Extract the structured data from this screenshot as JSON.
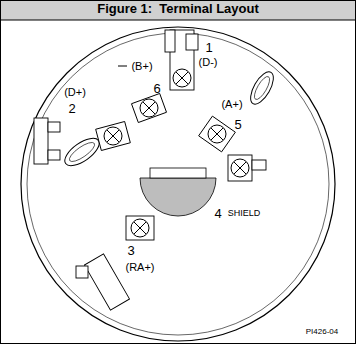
{
  "diagram": {
    "title": "Figure 1:  Terminal Layout",
    "labels": [
      "1",
      "(D-)",
      "(B+)",
      "6",
      "(A+)",
      "5",
      "(D+)",
      "2",
      "4",
      "SHIELD",
      "3",
      "(RA+)",
      "PI426-04"
    ]
  }
}
